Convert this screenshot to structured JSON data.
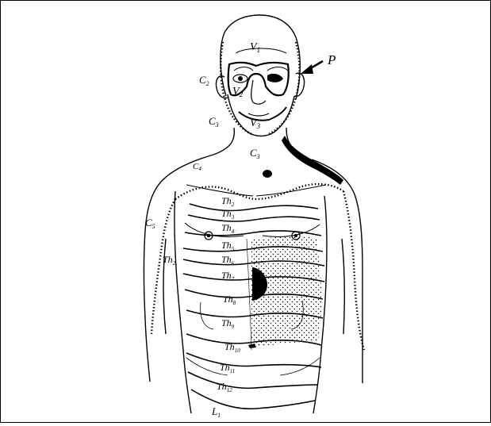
{
  "labels": {
    "V1": {
      "main": "V",
      "sub": "1"
    },
    "V2": {
      "main": "V",
      "sub": "2"
    },
    "V3": {
      "main": "V",
      "sub": "3"
    },
    "C2": {
      "main": "C",
      "sub": "2"
    },
    "C3_face": {
      "main": "C",
      "sub": "3"
    },
    "C3_neck": {
      "main": "C",
      "sub": "3"
    },
    "C4": {
      "main": "C",
      "sub": "4"
    },
    "C5": {
      "main": "C",
      "sub": "5"
    },
    "Th2_arm": {
      "main": "Th",
      "sub": "2"
    },
    "Th2": {
      "main": "Th",
      "sub": "2"
    },
    "Th3": {
      "main": "Th",
      "sub": "3"
    },
    "Th4": {
      "main": "Th",
      "sub": "4"
    },
    "Th5": {
      "main": "Th",
      "sub": "5"
    },
    "Th6": {
      "main": "Th",
      "sub": "6"
    },
    "Th7": {
      "main": "Th",
      "sub": "7"
    },
    "Th8": {
      "main": "Th",
      "sub": "8"
    },
    "Th9": {
      "main": "Th",
      "sub": "9"
    },
    "Th10": {
      "main": "Th",
      "sub": "10"
    },
    "Th11": {
      "main": "Th",
      "sub": "11"
    },
    "Th12": {
      "main": "Th",
      "sub": "12"
    },
    "L1": {
      "main": "L",
      "sub": "1"
    },
    "P": {
      "main": "P",
      "sub": ""
    }
  },
  "colors": {
    "ink": "#000000",
    "paper": "#ffffff"
  }
}
